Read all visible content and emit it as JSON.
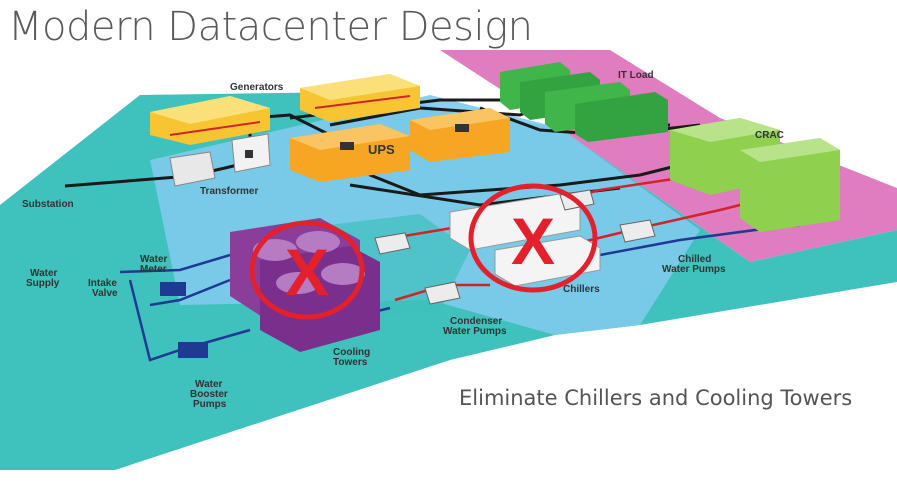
{
  "slide": {
    "title": "Modern Datacenter Design",
    "caption": "Eliminate Chillers and Cooling Towers"
  },
  "labels": {
    "generators": "Generators",
    "it_load": "IT Load",
    "crac": "CRAC",
    "ups": "UPS",
    "transformer": "Transformer",
    "substation": "Substation",
    "water_supply_1": "Water",
    "water_supply_2": "Supply",
    "water_meter_1": "Water",
    "water_meter_2": "Meter",
    "intake_valve_1": "Intake",
    "intake_valve_2": "Valve",
    "water_booster_1": "Water",
    "water_booster_2": "Booster",
    "water_booster_3": "Pumps",
    "cooling_towers_1": "Cooling",
    "cooling_towers_2": "Towers",
    "condenser_1": "Condenser",
    "condenser_2": "Water Pumps",
    "chillers": "Chillers",
    "chilled_1": "Chilled",
    "chilled_2": "Water Pumps",
    "x_mark": "X"
  },
  "colors": {
    "teal_floor": "#3fc1bd",
    "blue_floor": "#7ecbec",
    "pink_floor": "#e07cc0",
    "generator_yellow": "#f6c531",
    "ups_orange": "#f6a623",
    "it_green": "#3fb54a",
    "crac_green": "#8fd14f",
    "tower_purple": "#8a3e9a",
    "cross_red": "#e3202b",
    "pipe_red": "#d2232a",
    "pipe_blue": "#1f3a93",
    "cable_black": "#1a1a1a"
  }
}
